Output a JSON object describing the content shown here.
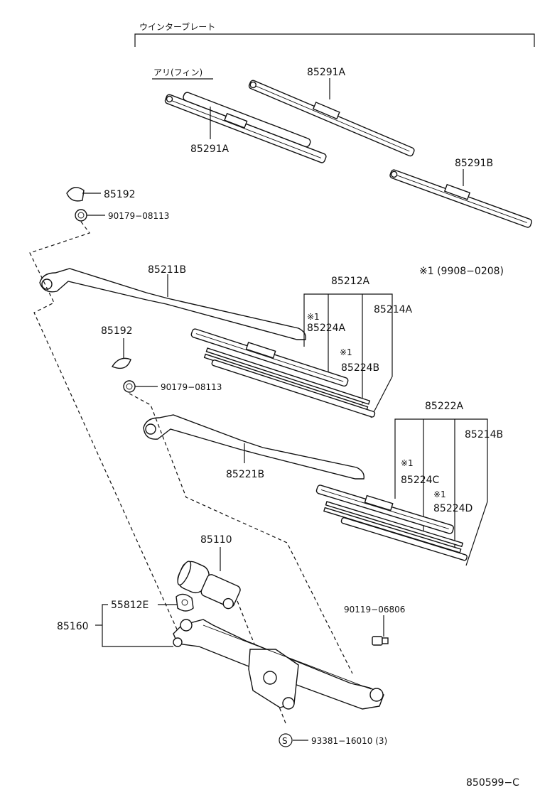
{
  "labels": {
    "winter_blade": "ウインターブレート",
    "with_fin": "アリ(フィン)",
    "note": "※1 (9908−0208)",
    "diagram_code": "850599−C",
    "p85291a_1": "85291A",
    "p85291a_2": "85291A",
    "p85291b": "85291B",
    "p85192_1": "85192",
    "p90179_1": "90179−08113",
    "p85211b": "85211B",
    "p85212a": "85212A",
    "p85214a": "85214A",
    "mark1_a": "※1",
    "p85224a": "85224A",
    "mark1_b": "※1",
    "p85224b": "85224B",
    "p85192_2": "85192",
    "p90179_2": "90179−08113",
    "p85221b": "85221B",
    "p85222a": "85222A",
    "p85214b": "85214B",
    "mark1_c": "※1",
    "p85224c": "85224C",
    "mark1_d": "※1",
    "p85224d": "85224D",
    "p85110": "85110",
    "p55812e": "55812E",
    "p85160": "85160",
    "p90119": "90119−06806",
    "screw_mark": "S",
    "p93381": "93381−16010 (3)"
  }
}
